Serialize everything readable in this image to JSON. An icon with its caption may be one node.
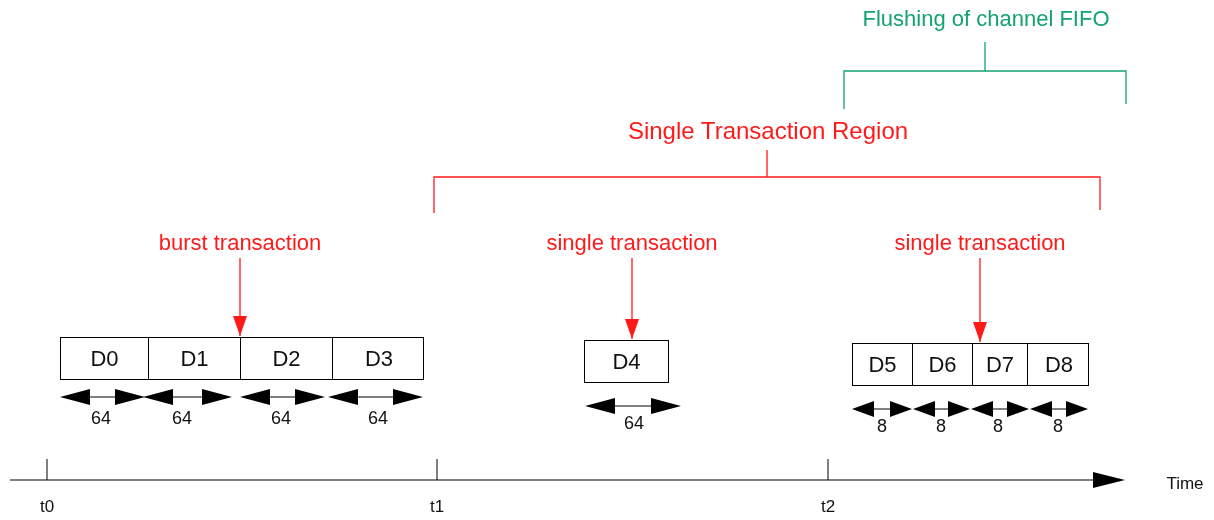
{
  "diagram": {
    "nodes": [
      {
        "text": [
          "burst transaction"
        ]
      },
      {
        "text": [],
        "shape": "box"
      },
      {
        "text": [
          "D0"
        ],
        "in": 1
      },
      {
        "text": [
          "D1"
        ],
        "in": 1
      },
      {
        "text": [
          "D2"
        ],
        "in": 1
      },
      {
        "text": [
          "D3"
        ],
        "in": 1
      },
      {
        "text": [
          "single transaction"
        ]
      },
      {
        "text": [
          "D4"
        ]
      },
      {
        "text": [
          "single transaction"
        ]
      },
      {
        "text": [],
        "shape": "box"
      },
      {
        "text": [
          "D5"
        ],
        "in": 9
      },
      {
        "text": [
          "D6"
        ],
        "in": 9
      },
      {
        "text": [
          "D7"
        ],
        "in": 9
      },
      {
        "text": [
          "D8"
        ],
        "in": 9
      }
    ],
    "edges": [
      {
        "from": 0,
        "to": 1,
        "arrow": "to"
      },
      {
        "from": 6,
        "to": 7,
        "arrow": "to"
      },
      {
        "from": 8,
        "to": 9,
        "arrow": "to"
      }
    ],
    "labels": [
      "Flushing of channel FIFO",
      "Single Transaction Region",
      "64",
      "64",
      "64",
      "64",
      "64",
      "8",
      "8",
      "8",
      "8",
      "Time",
      "t0",
      "t1",
      "t2"
    ]
  }
}
